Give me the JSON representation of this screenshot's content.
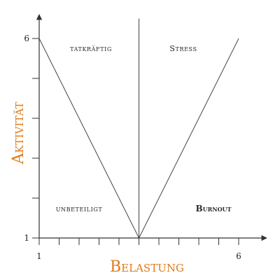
{
  "diagram": {
    "x_axis": {
      "title": "Belastung",
      "ticks": [
        1,
        2,
        3,
        4,
        5,
        6
      ],
      "labeled_ticks": [
        1,
        6
      ],
      "range": [
        1,
        6.7
      ]
    },
    "y_axis": {
      "title": "Aktivität",
      "ticks": [
        1,
        2,
        3,
        4,
        5,
        6
      ],
      "labeled_ticks": [
        1,
        6
      ],
      "range": [
        1,
        6.6
      ]
    },
    "quadrants": {
      "top_left": "tatkräftig",
      "top_right": "Stress",
      "bottom_left": "unbeteiligt",
      "bottom_right": "Burnout"
    },
    "lines": {
      "left": {
        "from": [
          1,
          6
        ],
        "to": [
          3.5,
          1
        ]
      },
      "right": {
        "from": [
          3.5,
          1
        ],
        "to": [
          6,
          6
        ]
      },
      "center": {
        "x": 3.5,
        "y_from": 1,
        "y_to": 6.5
      }
    },
    "colors": {
      "axis_title": "#e07b1a",
      "lines": "#333333",
      "text": "#222222"
    }
  }
}
